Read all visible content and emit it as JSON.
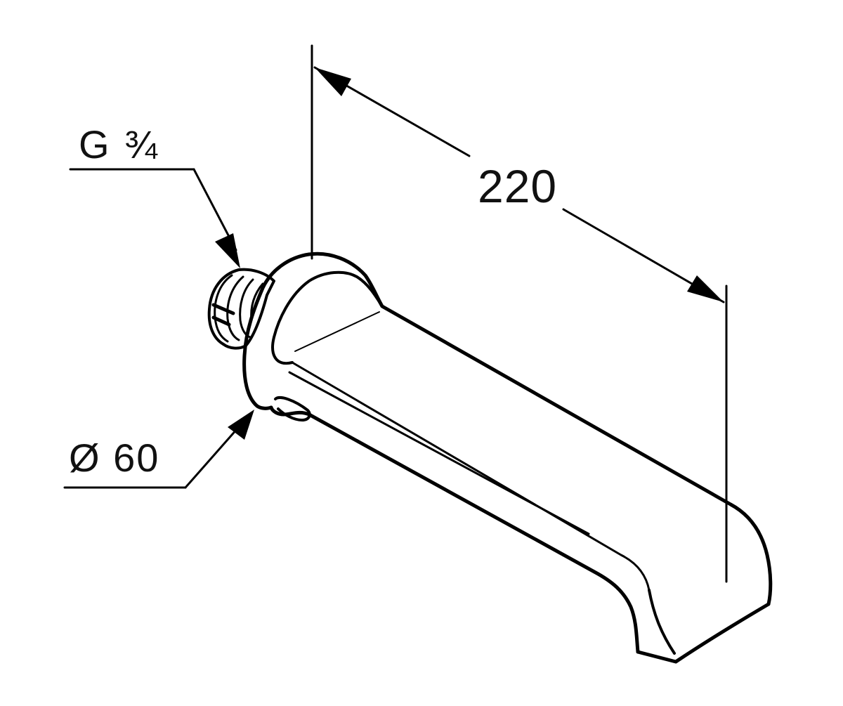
{
  "drawing": {
    "thread_label": "G ¾",
    "diameter_label": "Ø 60",
    "length_label": "220"
  },
  "colors": {
    "line": "#000000",
    "background": "#ffffff"
  }
}
